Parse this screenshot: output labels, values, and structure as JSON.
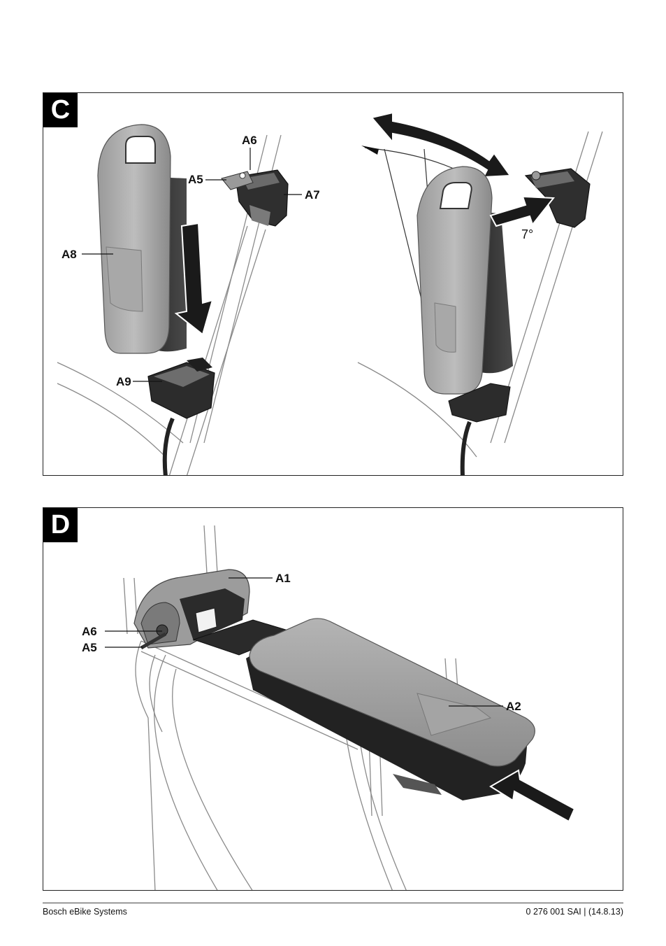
{
  "panels": {
    "c": {
      "letter": "C",
      "labels": {
        "a5": "A5",
        "a6": "A6",
        "a7": "A7",
        "a8": "A8",
        "a9": "A9"
      },
      "angle": "7°"
    },
    "d": {
      "letter": "D",
      "labels": {
        "a1": "A1",
        "a2": "A2",
        "a5": "A5",
        "a6": "A6"
      }
    }
  },
  "footer": {
    "left": "Bosch eBike Systems",
    "right": "0 276 001 SAI | (14.8.13)"
  }
}
